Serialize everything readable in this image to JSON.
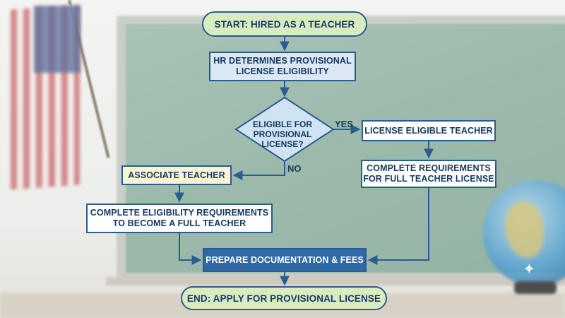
{
  "flowchart": {
    "start": "START: HIRED AS A TEACHER",
    "hr_step": "HR DETERMINES PROVISIONAL\nLICENSE ELIGIBILITY",
    "decision": "ELIGIBLE FOR\nPROVISIONAL\nLICENSE?",
    "yes_label": "YES",
    "no_label": "NO",
    "license_eligible": "LICENSE ELIGIBLE TEACHER",
    "complete_requirements": "COMPLETE REQUIREMENTS\nFOR FULL TEACHER LICENSE",
    "associate": "ASSOCIATE TEACHER",
    "complete_eligibility": "COMPLETE ELIGIBILITY REQUIREMENTS\nTO BECOME A FULL TEACHER",
    "prepare": "PREPARE DOCUMENTATION & FEES",
    "end": "END: APPLY FOR PROVISIONAL LICENSE"
  },
  "colors": {
    "border": "#2a5d8f",
    "text": "#163a63",
    "terminal_fill": "#d9ecbf",
    "hr_fill": "#dce9f5",
    "decision_fill": "#cfe3f3",
    "associate_fill": "#fbf4cf",
    "prepare_fill": "#2f6aa8",
    "chalkboard": "#9dbbad"
  },
  "background": {
    "scene": "classroom",
    "icons": [
      "flag-icon",
      "globe-icon",
      "sparkle-icon"
    ]
  }
}
